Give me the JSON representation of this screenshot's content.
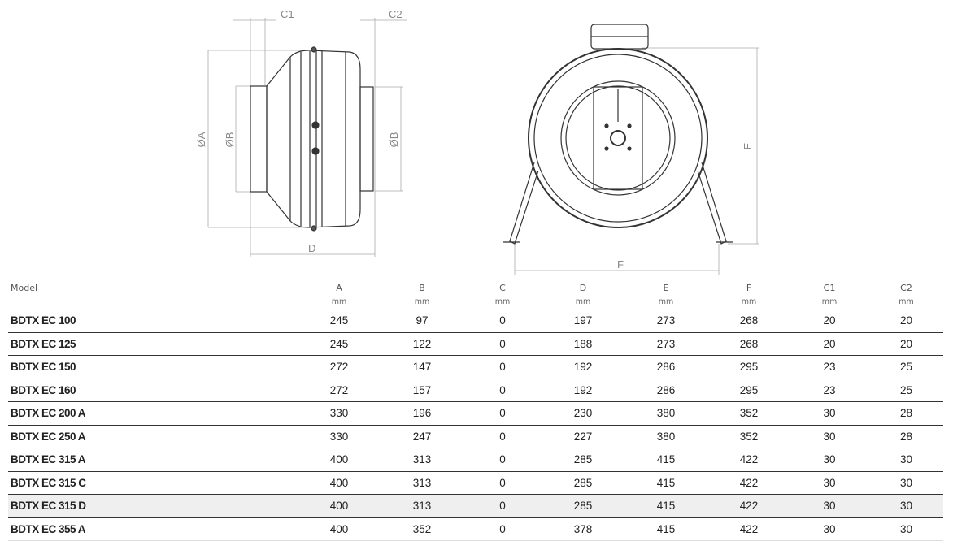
{
  "drawing": {
    "side_labels": {
      "c1": "C1",
      "c2": "C2",
      "a": "ØA",
      "b_left": "ØB",
      "b_right": "ØB",
      "d": "D"
    },
    "front_labels": {
      "e": "E",
      "f": "F"
    }
  },
  "table": {
    "headers": [
      "Model",
      "A",
      "B",
      "C",
      "D",
      "E",
      "F",
      "C1",
      "C2"
    ],
    "units": [
      "",
      "mm",
      "mm",
      "mm",
      "mm",
      "mm",
      "mm",
      "mm",
      "mm"
    ],
    "rows": [
      [
        "BDTX EC 100",
        "245",
        "97",
        "0",
        "197",
        "273",
        "268",
        "20",
        "20"
      ],
      [
        "BDTX EC 125",
        "245",
        "122",
        "0",
        "188",
        "273",
        "268",
        "20",
        "20"
      ],
      [
        "BDTX EC 150",
        "272",
        "147",
        "0",
        "192",
        "286",
        "295",
        "23",
        "25"
      ],
      [
        "BDTX EC 160",
        "272",
        "157",
        "0",
        "192",
        "286",
        "295",
        "23",
        "25"
      ],
      [
        "BDTX EC 200 A",
        "330",
        "196",
        "0",
        "230",
        "380",
        "352",
        "30",
        "28"
      ],
      [
        "BDTX EC 250 A",
        "330",
        "247",
        "0",
        "227",
        "380",
        "352",
        "30",
        "28"
      ],
      [
        "BDTX EC 315 A",
        "400",
        "313",
        "0",
        "285",
        "415",
        "422",
        "30",
        "30"
      ],
      [
        "BDTX EC 315 C",
        "400",
        "313",
        "0",
        "285",
        "415",
        "422",
        "30",
        "30"
      ],
      [
        "BDTX EC 315 D",
        "400",
        "313",
        "0",
        "285",
        "415",
        "422",
        "30",
        "30"
      ],
      [
        "BDTX EC 355 A",
        "400",
        "352",
        "0",
        "378",
        "415",
        "422",
        "30",
        "30"
      ]
    ],
    "highlighted_row": 8
  }
}
